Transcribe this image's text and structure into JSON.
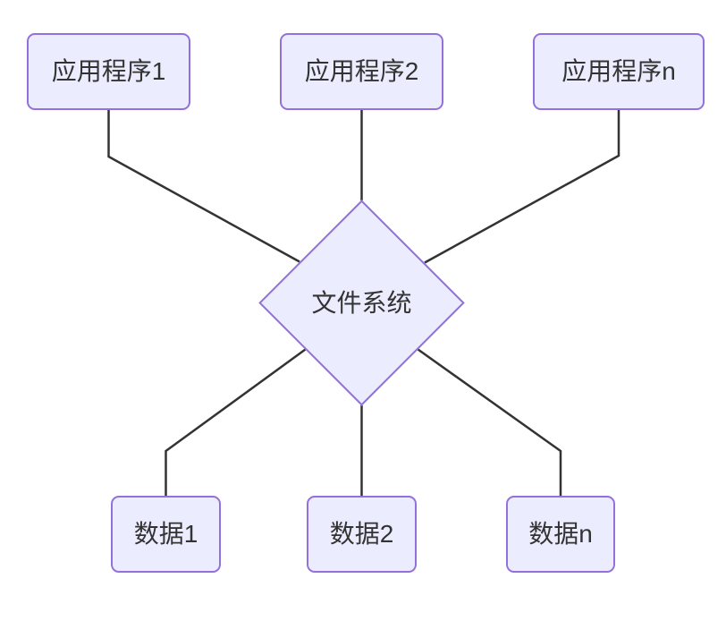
{
  "theme": {
    "background": "#ffffff",
    "node_fill": "#ECECFF",
    "node_border": "#9370DB",
    "edge_color": "#333333",
    "text_color": "#333333"
  },
  "diagram": {
    "type": "flowchart",
    "top_nodes": [
      {
        "id": "app1",
        "label": "应用程序1",
        "shape": "rounded-rect"
      },
      {
        "id": "app2",
        "label": "应用程序2",
        "shape": "rounded-rect"
      },
      {
        "id": "appn",
        "label": "应用程序n",
        "shape": "rounded-rect"
      }
    ],
    "center_node": {
      "id": "fs",
      "label": "文件系统",
      "shape": "diamond"
    },
    "bottom_nodes": [
      {
        "id": "data1",
        "label": "数据1",
        "shape": "rounded-rect"
      },
      {
        "id": "data2",
        "label": "数据2",
        "shape": "rounded-rect"
      },
      {
        "id": "datan",
        "label": "数据n",
        "shape": "rounded-rect"
      }
    ],
    "edges": [
      {
        "from": "app1",
        "to": "fs",
        "arrow": "none"
      },
      {
        "from": "app2",
        "to": "fs",
        "arrow": "none"
      },
      {
        "from": "appn",
        "to": "fs",
        "arrow": "none"
      },
      {
        "from": "fs",
        "to": "data1",
        "arrow": "none"
      },
      {
        "from": "fs",
        "to": "data2",
        "arrow": "none"
      },
      {
        "from": "fs",
        "to": "datan",
        "arrow": "none"
      }
    ]
  }
}
